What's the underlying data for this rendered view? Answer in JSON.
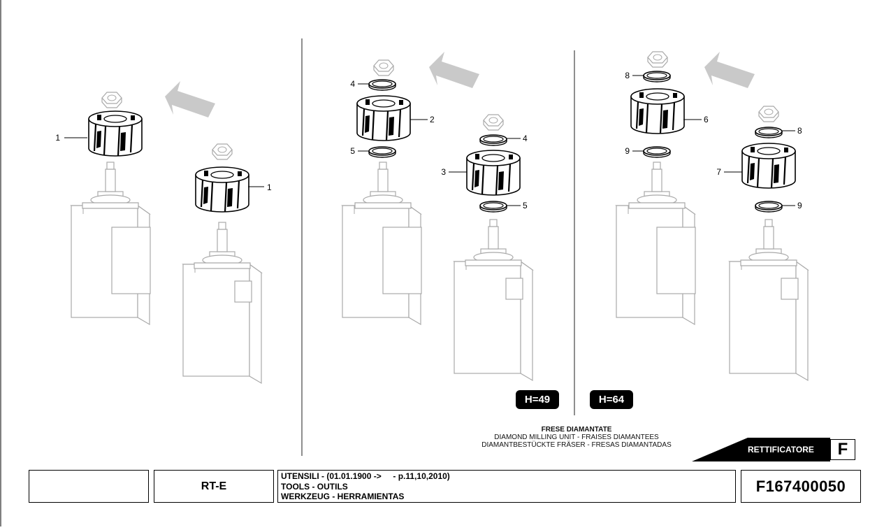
{
  "callouts": {
    "p1_a": "1",
    "p1_b": "1",
    "p2_4a": "4",
    "p2_2": "2",
    "p2_5a": "5",
    "p2_4b": "4",
    "p2_3": "3",
    "p2_5b": "5",
    "p3_8a": "8",
    "p3_6": "6",
    "p3_9a": "9",
    "p3_8b": "8",
    "p3_7": "7",
    "p3_9b": "9"
  },
  "badges": {
    "h49": "H=49",
    "h64": "H=64"
  },
  "caption": {
    "line1": "FRESE DIAMANTATE",
    "line2": "DIAMOND MILLING UNIT - FRAISES DIAMANTEES",
    "line3": "DIAMANTBESTÜCKTE FRÄSER - FRESAS DIAMANTADAS"
  },
  "section": {
    "label": "RETTIFICATORE",
    "letter": "F"
  },
  "title_block": {
    "blank": "",
    "model": "RT-E",
    "desc_line1": "UTENSILI - (01.01.1900 ->     - p.11,10,2010)",
    "desc_line2": "TOOLS - OUTILS",
    "desc_line3": "WERKZEUG  - HERRAMIENTAS",
    "code": "F167400050"
  },
  "colors": {
    "ghost_line": "#a9a9a9",
    "arrow_fill": "#c9c9c9",
    "ink": "#000000"
  }
}
